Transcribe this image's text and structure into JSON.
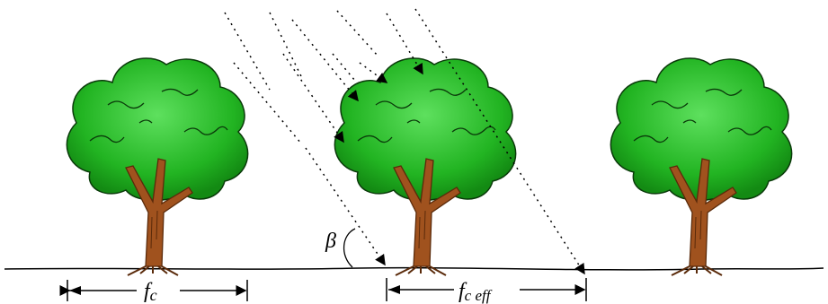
{
  "diagram": {
    "labels": {
      "fc": {
        "main": "f",
        "sub": "c"
      },
      "fc_eff": {
        "main": "f",
        "sub": "c eff"
      },
      "angle": "β"
    },
    "trees": [
      {
        "name": "left-tree"
      },
      {
        "name": "center-tree"
      },
      {
        "name": "right-tree"
      }
    ],
    "colors": {
      "foliage": "#20b020",
      "foliage_light": "#4cd24c",
      "foliage_outline": "#0a3a0a",
      "trunk": "#a0521e",
      "trunk_dark": "#5a2a0a",
      "line": "#000000"
    }
  }
}
